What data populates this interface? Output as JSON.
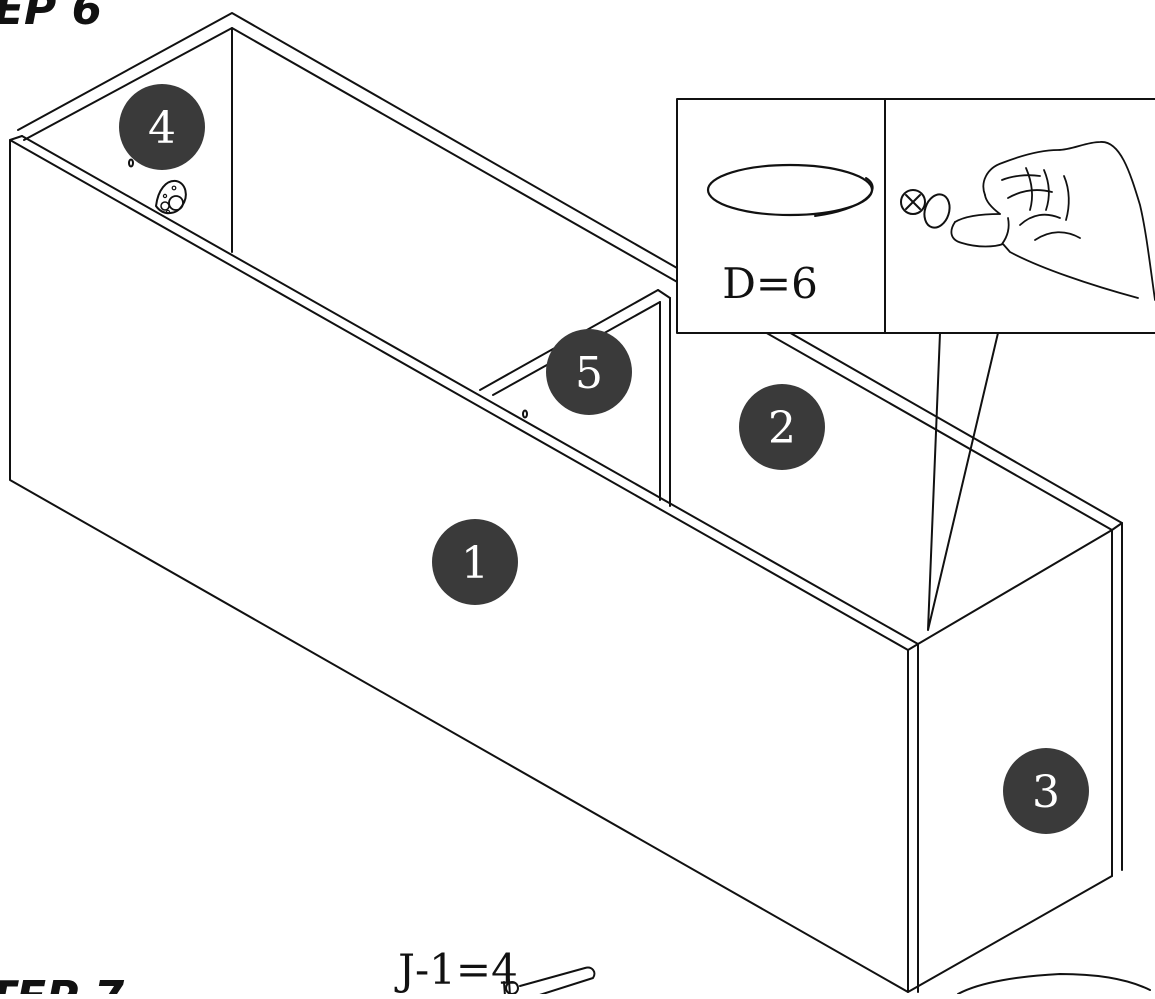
{
  "headings": {
    "top_step": "EP 6",
    "bottom_step": "TEP 7"
  },
  "callout": {
    "label": "D=6"
  },
  "bottom_hardware": {
    "label": "J-1=4"
  },
  "parts": [
    "1",
    "2",
    "3",
    "4",
    "5"
  ],
  "colors": {
    "line": "#111111",
    "badge": "#3a3a3a",
    "badge_text": "#ffffff",
    "background": "#ffffff"
  },
  "icons": [
    "cam-lock-icon",
    "screw-head-icon",
    "cover-cap-icon",
    "hand-icon",
    "dowel-icon"
  ]
}
